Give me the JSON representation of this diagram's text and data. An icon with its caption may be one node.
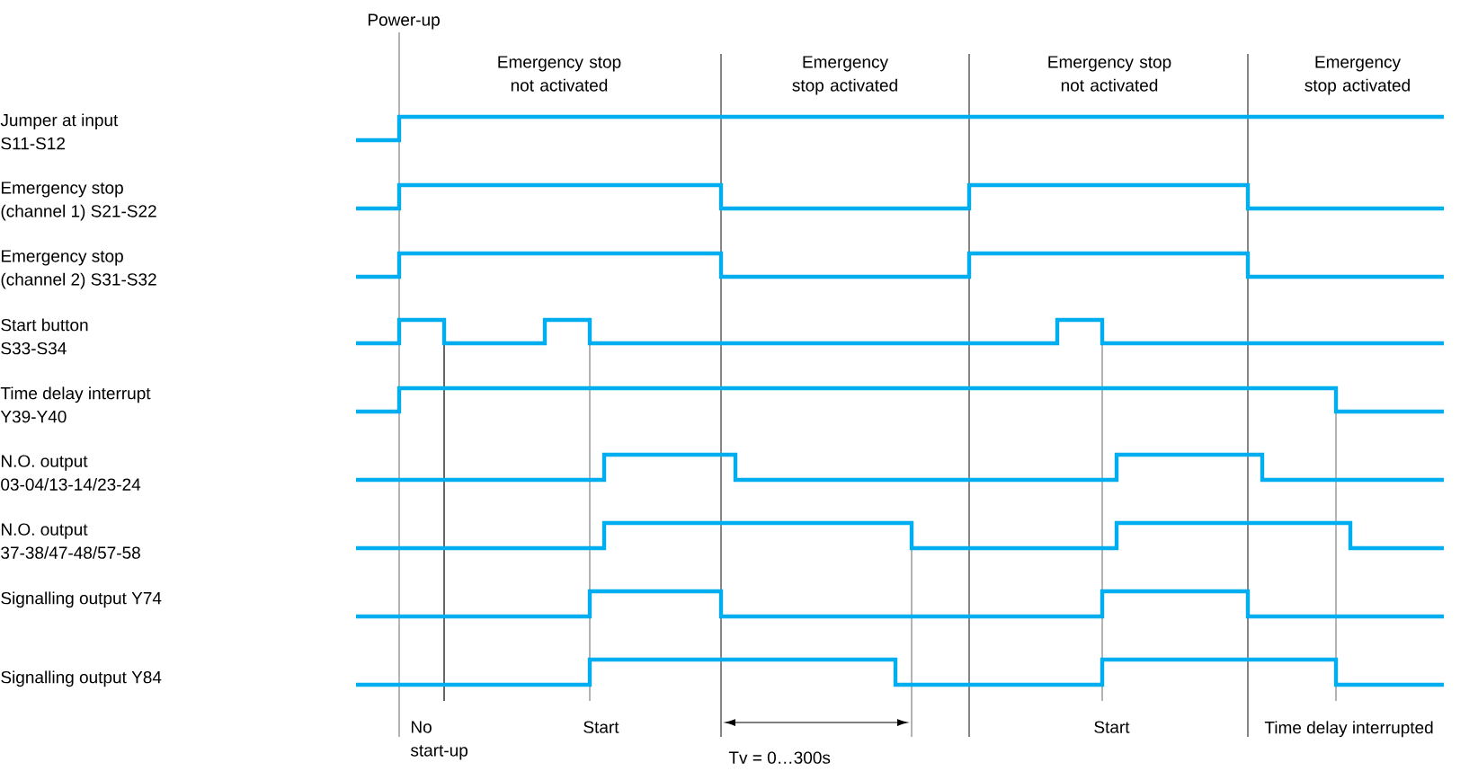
{
  "diagram": {
    "labels": [
      "Power-up",
      "Emergency stop not activated",
      "Emergency stop activated",
      "Emergency stop not activated",
      "Emergency stop activated",
      "Jumper at input S11-S12",
      "Emergency stop (channel 1) S21-S22",
      "Emergency stop (channel 2) S31-S32",
      "Start button S33-S34",
      "Time delay interrupt Y39-Y40",
      "N.O. output 03-04/13-14/23-24",
      "N.O. output 37-38/47-48/57-58",
      "Signalling output Y74",
      "Signalling output Y84",
      "No start-up",
      "Start",
      "Tv = 0…300s",
      "Start",
      "Time delay interrupted"
    ]
  }
}
